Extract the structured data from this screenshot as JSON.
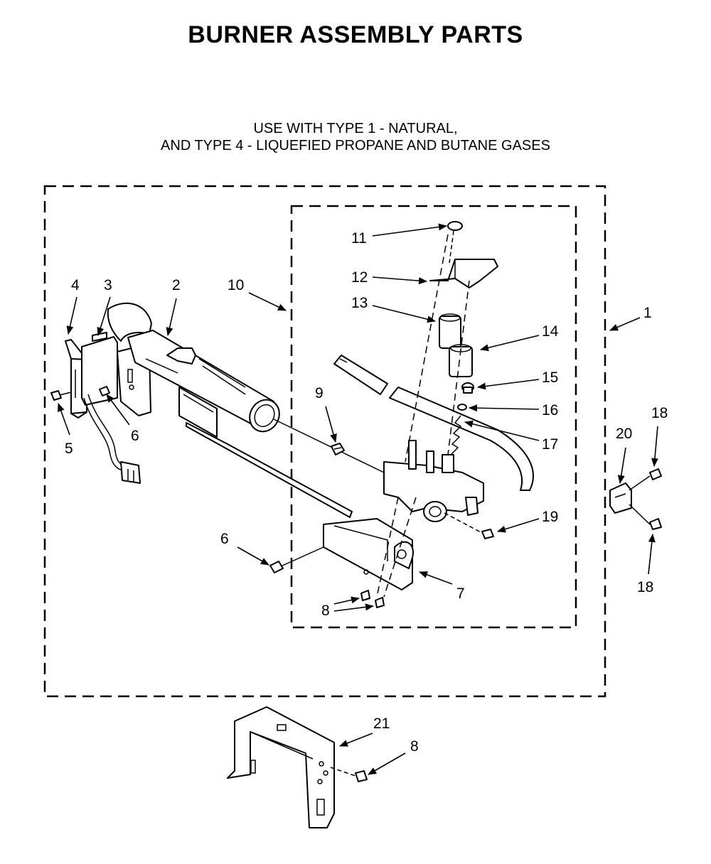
{
  "title": "BURNER ASSEMBLY PARTS",
  "subtitle_line1": "USE WITH TYPE 1 - NATURAL,",
  "subtitle_line2": "AND TYPE 4 - LIQUEFIED PROPANE AND BUTANE GASES",
  "callouts": [
    {
      "id": "c1",
      "label": "1"
    },
    {
      "id": "c2",
      "label": "2"
    },
    {
      "id": "c3",
      "label": "3"
    },
    {
      "id": "c4",
      "label": "4"
    },
    {
      "id": "c5",
      "label": "5"
    },
    {
      "id": "c6a",
      "label": "6"
    },
    {
      "id": "c6b",
      "label": "6"
    },
    {
      "id": "c7",
      "label": "7"
    },
    {
      "id": "c8a",
      "label": "8"
    },
    {
      "id": "c8b",
      "label": "8"
    },
    {
      "id": "c9",
      "label": "9"
    },
    {
      "id": "c10",
      "label": "10"
    },
    {
      "id": "c11",
      "label": "11"
    },
    {
      "id": "c12",
      "label": "12"
    },
    {
      "id": "c13",
      "label": "13"
    },
    {
      "id": "c14",
      "label": "14"
    },
    {
      "id": "c15",
      "label": "15"
    },
    {
      "id": "c16",
      "label": "16"
    },
    {
      "id": "c17",
      "label": "17"
    },
    {
      "id": "c18a",
      "label": "18"
    },
    {
      "id": "c18b",
      "label": "18"
    },
    {
      "id": "c19",
      "label": "19"
    },
    {
      "id": "c20",
      "label": "20"
    },
    {
      "id": "c21",
      "label": "21"
    }
  ]
}
